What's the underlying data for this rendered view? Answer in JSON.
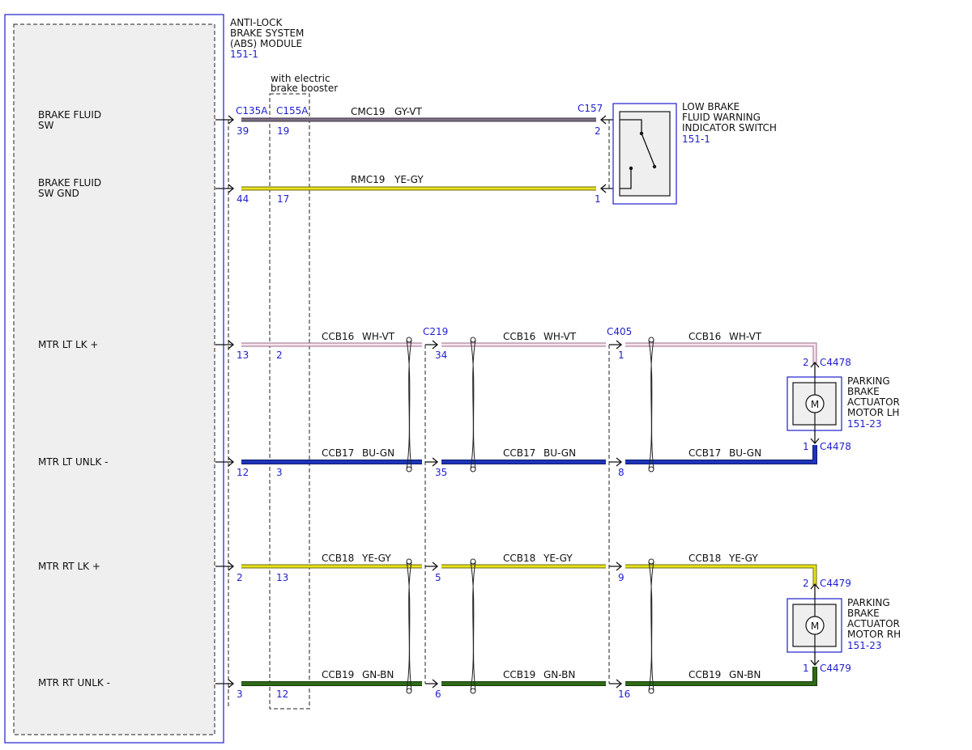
{
  "colors": {
    "accent_blue": "#1f1fcf",
    "GY-VT": "#7f6f86",
    "YE-GY": "#e6e21c",
    "WH-VT": "#f2c4e2",
    "BU-GN": "#1e35b8",
    "GN-BN": "#2e6a17",
    "dash": "#222222",
    "module_fill": "#efefef"
  },
  "abs_module": {
    "title_lines": [
      "ANTI-LOCK",
      "BRAKE SYSTEM",
      "(ABS) MODULE"
    ],
    "ref": "151-1",
    "pins": [
      {
        "id": "brake-fluid-sw",
        "label_lines": [
          "BRAKE FLUID",
          "SW"
        ]
      },
      {
        "id": "brake-fluid-sw-gnd",
        "label_lines": [
          "BRAKE FLUID",
          "SW GND"
        ]
      },
      {
        "id": "mtr-lt-lk",
        "label_lines": [
          "MTR LT LK +"
        ]
      },
      {
        "id": "mtr-lt-unlk",
        "label_lines": [
          "MTR LT UNLK -"
        ]
      },
      {
        "id": "mtr-rt-lk",
        "label_lines": [
          "MTR RT LK +"
        ]
      },
      {
        "id": "mtr-rt-unlk",
        "label_lines": [
          "MTR RT UNLK -"
        ]
      }
    ]
  },
  "option_box": {
    "label_lines": [
      "with electric",
      "brake booster"
    ]
  },
  "connectors": {
    "abs_main": "C135A",
    "abs_booster": "C155A",
    "switch": "C157",
    "inline_1": "C219",
    "inline_2": "C405",
    "motor_lh": "C4478",
    "motor_rh": "C4479"
  },
  "switch_component": {
    "label_lines": [
      "LOW BRAKE",
      "FLUID WARNING",
      "INDICATOR SWITCH"
    ],
    "ref": "151-1"
  },
  "motor_lh": {
    "label_lines": [
      "PARKING",
      "BRAKE",
      "ACTUATOR",
      "MOTOR LH"
    ],
    "ref": "151-23",
    "symbol": "M",
    "pin_top": "2",
    "pin_bottom": "1"
  },
  "motor_rh": {
    "label_lines": [
      "PARKING",
      "BRAKE",
      "ACTUATOR",
      "MOTOR RH"
    ],
    "ref": "151-23",
    "symbol": "M",
    "pin_top": "2",
    "pin_bottom": "1"
  },
  "circuits": [
    {
      "row": "brake-fluid-sw",
      "c135a_pin": "39",
      "c155a_pin": "19",
      "end_pin": "2",
      "segments": [
        {
          "circuit": "CMC19",
          "color_code": "GY-VT"
        }
      ]
    },
    {
      "row": "brake-fluid-sw-gnd",
      "c135a_pin": "44",
      "c155a_pin": "17",
      "end_pin": "1",
      "segments": [
        {
          "circuit": "RMC19",
          "color_code": "YE-GY"
        }
      ]
    },
    {
      "row": "mtr-lt-lk",
      "c135a_pin": "13",
      "c155a_pin": "2",
      "c219_pin": "34",
      "c405_pin": "1",
      "segments": [
        {
          "circuit": "CCB16",
          "color_code": "WH-VT"
        },
        {
          "circuit": "CCB16",
          "color_code": "WH-VT"
        },
        {
          "circuit": "CCB16",
          "color_code": "WH-VT"
        }
      ]
    },
    {
      "row": "mtr-lt-unlk",
      "c135a_pin": "12",
      "c155a_pin": "3",
      "c219_pin": "35",
      "c405_pin": "8",
      "segments": [
        {
          "circuit": "CCB17",
          "color_code": "BU-GN"
        },
        {
          "circuit": "CCB17",
          "color_code": "BU-GN"
        },
        {
          "circuit": "CCB17",
          "color_code": "BU-GN"
        }
      ]
    },
    {
      "row": "mtr-rt-lk",
      "c135a_pin": "2",
      "c155a_pin": "13",
      "c219_pin": "5",
      "c405_pin": "9",
      "segments": [
        {
          "circuit": "CCB18",
          "color_code": "YE-GY"
        },
        {
          "circuit": "CCB18",
          "color_code": "YE-GY"
        },
        {
          "circuit": "CCB18",
          "color_code": "YE-GY"
        }
      ]
    },
    {
      "row": "mtr-rt-unlk",
      "c135a_pin": "3",
      "c155a_pin": "12",
      "c219_pin": "6",
      "c405_pin": "16",
      "segments": [
        {
          "circuit": "CCB19",
          "color_code": "GN-BN"
        },
        {
          "circuit": "CCB19",
          "color_code": "GN-BN"
        },
        {
          "circuit": "CCB19",
          "color_code": "GN-BN"
        }
      ]
    }
  ]
}
